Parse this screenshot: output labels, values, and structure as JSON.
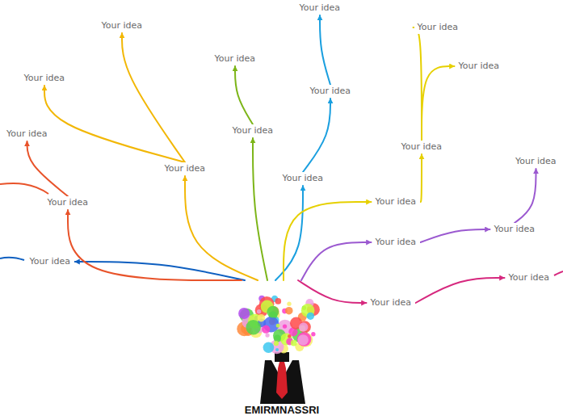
{
  "diagram": {
    "nodes": [
      {
        "text": [
          "EMIRMNASSRI"
        ]
      },
      {
        "text": [
          "Your idea"
        ]
      },
      {
        "text": [
          "Your idea"
        ]
      },
      {
        "text": [
          "Your idea"
        ]
      },
      {
        "text": [
          "Your idea"
        ]
      },
      {
        "text": [
          "Your idea"
        ]
      },
      {
        "text": [
          "Your idea"
        ]
      },
      {
        "text": [
          "Your idea"
        ]
      },
      {
        "text": [
          "Your idea"
        ]
      },
      {
        "text": [
          "Your idea"
        ]
      },
      {
        "text": [
          "Your idea"
        ]
      },
      {
        "text": [
          "Your idea"
        ]
      },
      {
        "text": [
          "Your idea"
        ]
      },
      {
        "text": [
          "Your idea"
        ]
      },
      {
        "text": [
          "Your idea"
        ]
      },
      {
        "text": [
          "Your idea"
        ]
      },
      {
        "text": [
          "Your idea"
        ]
      },
      {
        "text": [
          "Your idea"
        ]
      },
      {
        "text": [
          "Your idea"
        ]
      },
      {
        "text": [
          "Your idea"
        ]
      },
      {
        "text": [
          "Your idea"
        ]
      }
    ],
    "edges": [
      {
        "from": 0,
        "to": 1,
        "arrow": "to"
      },
      {
        "from": 0,
        "to": 2,
        "arrow": "to"
      },
      {
        "from": 2,
        "to": 3,
        "arrow": "to"
      },
      {
        "from": 0,
        "to": 4,
        "arrow": "to"
      },
      {
        "from": 4,
        "to": 5,
        "arrow": "to"
      },
      {
        "from": 4,
        "to": 6,
        "arrow": "to"
      },
      {
        "from": 0,
        "to": 7,
        "arrow": "to"
      },
      {
        "from": 7,
        "to": 8,
        "arrow": "to"
      },
      {
        "from": 0,
        "to": 9,
        "arrow": "to"
      },
      {
        "from": 9,
        "to": 10,
        "arrow": "to"
      },
      {
        "from": 10,
        "to": 11,
        "arrow": "to"
      },
      {
        "from": 0,
        "to": 12,
        "arrow": "to"
      },
      {
        "from": 12,
        "to": 13,
        "arrow": "to"
      },
      {
        "from": 13,
        "to": 14,
        "arrow": "to"
      },
      {
        "from": 13,
        "to": 15,
        "arrow": "to"
      },
      {
        "from": 0,
        "to": 16,
        "arrow": "to"
      },
      {
        "from": 16,
        "to": 17,
        "arrow": "to"
      },
      {
        "from": 17,
        "to": 18,
        "arrow": "to"
      },
      {
        "from": 0,
        "to": 19,
        "arrow": "to"
      },
      {
        "from": 19,
        "to": 20,
        "arrow": "to"
      }
    ]
  }
}
